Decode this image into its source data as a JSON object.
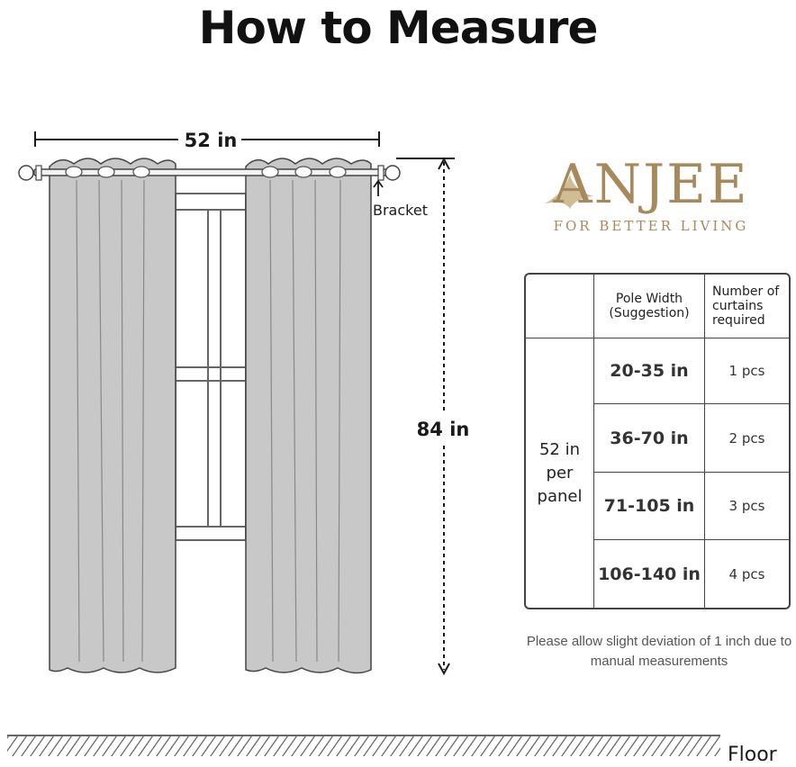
{
  "title": "How to Measure",
  "diagram": {
    "width_label": "52 in",
    "height_label": "84 in",
    "bracket_label": "Bracket",
    "floor_label": "Floor"
  },
  "brand": {
    "name": "ANJEE",
    "tagline": "FOR BETTER LIVING",
    "color": "#a78a5c"
  },
  "table": {
    "headers": [
      "",
      "Pole Width\n(Suggestion)",
      "Number of\ncurtains\nrequired"
    ],
    "panel_label": "52 in\nper\npanel",
    "rows": [
      {
        "width": "20-35 in",
        "count": "1 pcs"
      },
      {
        "width": "36-70 in",
        "count": "2 pcs"
      },
      {
        "width": "71-105 in",
        "count": "3 pcs"
      },
      {
        "width": "106-140 in",
        "count": "4 pcs"
      }
    ]
  },
  "note": "Please allow slight deviation of 1 inch due to manual measurements",
  "colors": {
    "curtain": "#c8c8c8",
    "line": "#1a1a1a"
  }
}
